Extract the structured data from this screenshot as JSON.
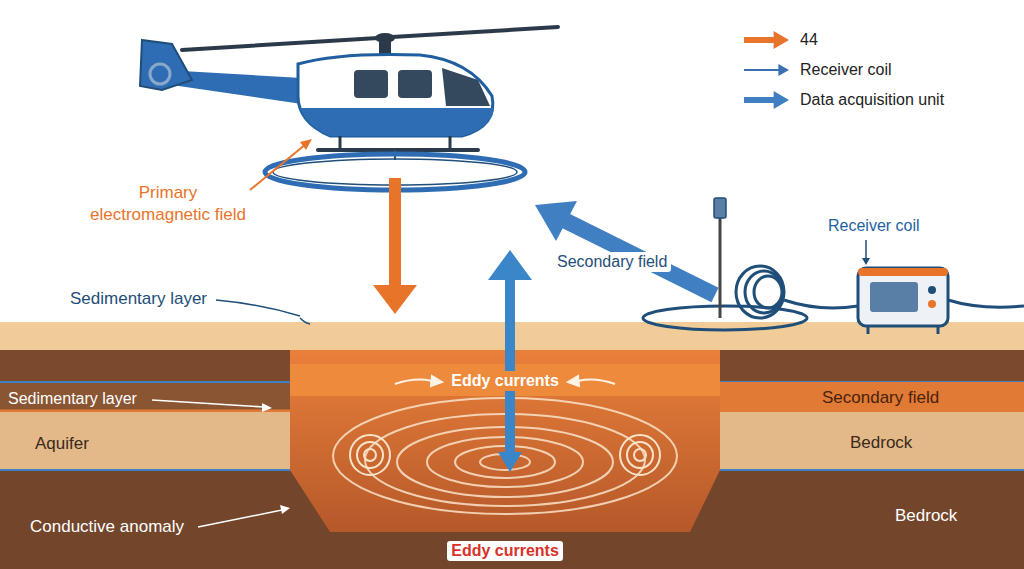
{
  "diagram": {
    "labels": [
      "Primary electromagnetic field",
      "Sedimentary layer",
      "Secondary field",
      "Receiver coil",
      "Sedimentary layer",
      "Eddy currents",
      "Secondary field",
      "Aquifer",
      "Bedrock",
      "Bedrock",
      "Conductive anomaly",
      "Eddy currents"
    ],
    "legend": [
      {
        "text": "44"
      },
      {
        "text": "Receiver coil"
      },
      {
        "text": "Data acquisition unit"
      }
    ]
  }
}
